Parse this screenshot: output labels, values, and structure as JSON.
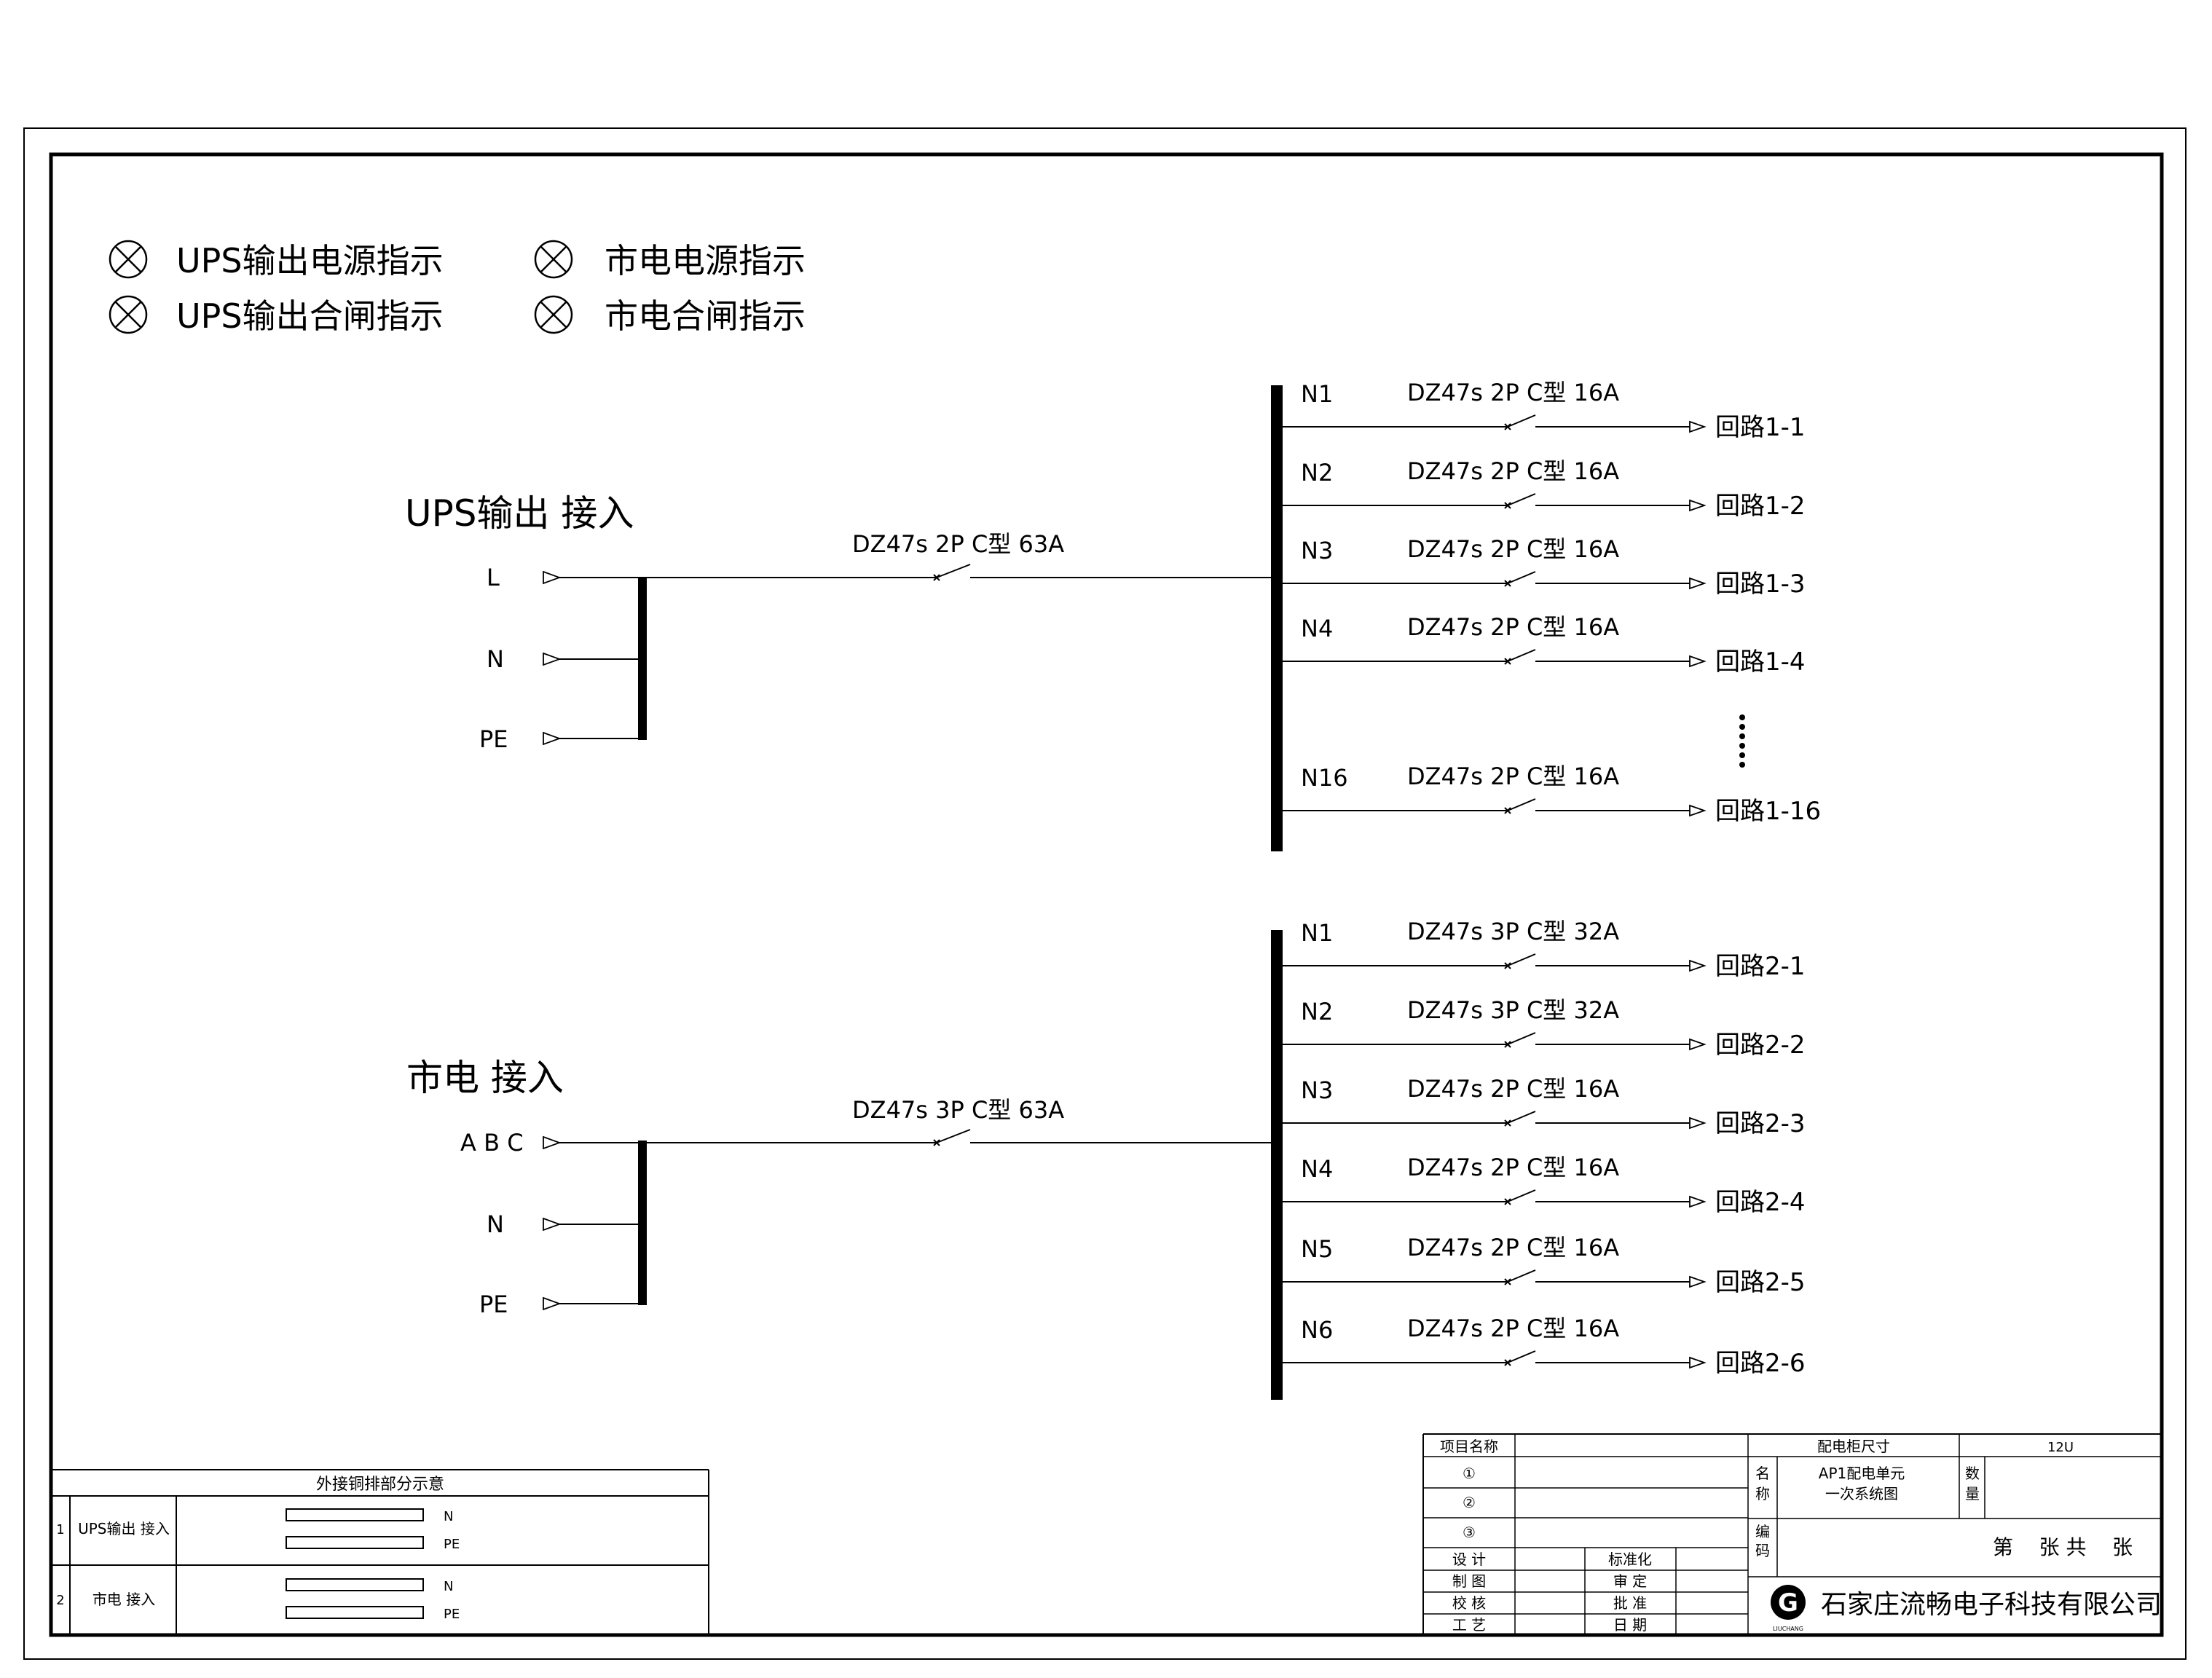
{
  "legend": {
    "items": [
      "UPS输出电源指示",
      "UPS输出合闸指示",
      "市电电源指示",
      "市电合闸指示"
    ]
  },
  "ups": {
    "title": "UPS输出 接入",
    "terminals": [
      "L",
      "N",
      "PE"
    ],
    "main_breaker": "DZ47s 2P C型 63A",
    "branches": [
      {
        "id": "N1",
        "breaker": "DZ47s 2P C型 16A",
        "circuit": "回路1-1"
      },
      {
        "id": "N2",
        "breaker": "DZ47s 2P C型 16A",
        "circuit": "回路1-2"
      },
      {
        "id": "N3",
        "breaker": "DZ47s 2P C型 16A",
        "circuit": "回路1-3"
      },
      {
        "id": "N4",
        "breaker": "DZ47s 2P C型 16A",
        "circuit": "回路1-4"
      },
      {
        "id": "N16",
        "breaker": "DZ47s 2P C型 16A",
        "circuit": "回路1-16"
      }
    ]
  },
  "mains": {
    "title": "市电 接入",
    "terminals": [
      "A B C",
      "N",
      "PE"
    ],
    "main_breaker": "DZ47s 3P C型 63A",
    "branches": [
      {
        "id": "N1",
        "breaker": "DZ47s 3P C型 32A",
        "circuit": "回路2-1"
      },
      {
        "id": "N2",
        "breaker": "DZ47s 3P C型 32A",
        "circuit": "回路2-2"
      },
      {
        "id": "N3",
        "breaker": "DZ47s 2P C型 16A",
        "circuit": "回路2-3"
      },
      {
        "id": "N4",
        "breaker": "DZ47s 2P C型 16A",
        "circuit": "回路2-4"
      },
      {
        "id": "N5",
        "breaker": "DZ47s 2P C型 16A",
        "circuit": "回路2-5"
      },
      {
        "id": "N6",
        "breaker": "DZ47s 2P C型 16A",
        "circuit": "回路2-6"
      }
    ]
  },
  "copper_table": {
    "title": "外接铜排部分示意",
    "rows": [
      {
        "no": "1",
        "name": "UPS输出  接入",
        "bars": [
          "N",
          "PE"
        ]
      },
      {
        "no": "2",
        "name": "市电  接入",
        "bars": [
          "N",
          "PE"
        ]
      }
    ]
  },
  "title_block": {
    "project_name": "项目名称",
    "rev": [
      "①",
      "②",
      "③"
    ],
    "cabinet_size_label": "配电柜尺寸",
    "cabinet_size_value": "12U",
    "name_label": "名称",
    "name_value_1": "AP1配电单元",
    "name_value_2": "一次系统图",
    "qty_label": "数量",
    "code_label": "编码",
    "sheet_label": "第    张 共    张",
    "sign_left": [
      "设  计",
      "制  图",
      "校  核",
      "工  艺"
    ],
    "sign_right": [
      "标准化",
      "审  定",
      "批  准",
      "日  期"
    ],
    "logo_letter": "G",
    "logo_text": "LIUCHANG",
    "company": "石家庄流畅电子科技有限公司"
  }
}
